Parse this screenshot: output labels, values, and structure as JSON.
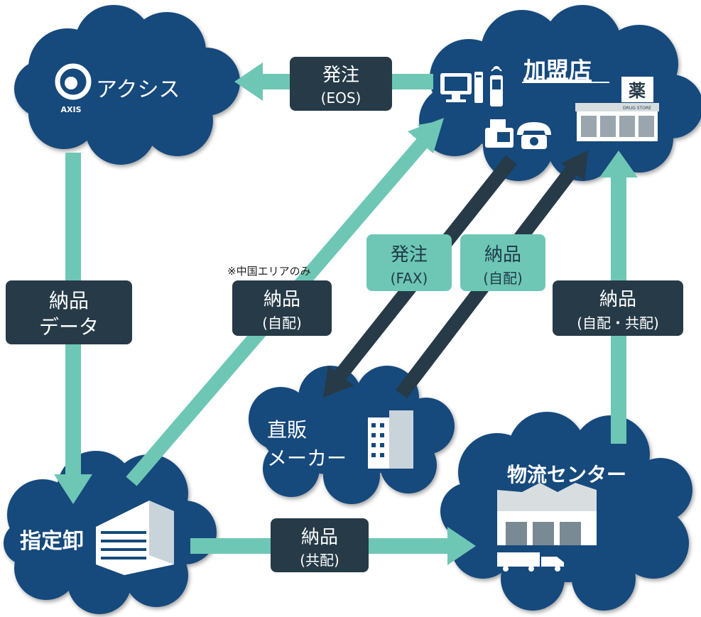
{
  "nodes": {
    "axis": {
      "name": "アクシス",
      "logo_text": "AXIS"
    },
    "store": {
      "name": "加盟店",
      "sign_text": "薬",
      "sign_sub": "DRUG STORE"
    },
    "wholesaler": {
      "name": "指定卸"
    },
    "maker": {
      "name_line1": "直販",
      "name_line2": "メーカー"
    },
    "center": {
      "name": "物流センター"
    }
  },
  "labels": {
    "order_eos": {
      "line1": "発注",
      "line2": "(EOS)"
    },
    "data": {
      "line1": "納品",
      "line2": "データ"
    },
    "deliv_self_chugoku": {
      "line1": "納品",
      "line2": "(自配)",
      "note": "※中国エリアのみ"
    },
    "order_fax": {
      "line1": "発注",
      "line2": "(FAX)"
    },
    "deliv_self_maker": {
      "line1": "納品",
      "line2": "(自配)"
    },
    "deliv_self_shared": {
      "line1": "納品",
      "line2": "(自配・共配)"
    },
    "deliv_shared": {
      "line1": "納品",
      "line2": "(共配)"
    }
  },
  "colors": {
    "cloud": "#154a7c",
    "arrow_teal": "#6ec7b5",
    "arrow_dark": "#263a47",
    "label_dark": "#263a47",
    "label_teal": "#6ec7b5"
  }
}
